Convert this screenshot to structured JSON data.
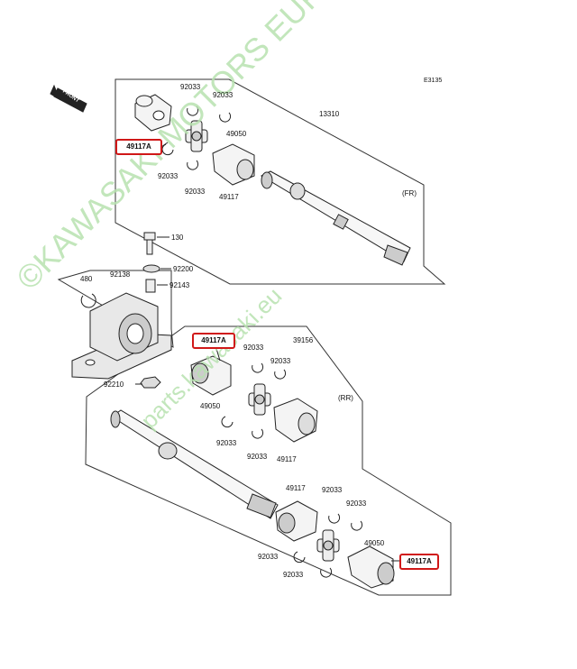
{
  "diagram_code": "E3135",
  "front_arrow_text": "FRONT",
  "section_labels": {
    "front": "(FR)",
    "rear": "(RR)"
  },
  "labels": {
    "p92033_a": "92033",
    "p92033_b": "92033",
    "p49050_a": "49050",
    "p92033_c": "92033",
    "p92033_d": "92033",
    "p49117_a": "49117",
    "p13310": "13310",
    "p130": "130",
    "p92200": "92200",
    "p480": "480",
    "p92138": "92138",
    "p92143": "92143",
    "p92210": "92210",
    "p39156": "39156",
    "p92033_e": "92033",
    "p92033_f": "92033",
    "p49050_b": "49050",
    "p92033_g": "92033",
    "p92033_h": "92033",
    "p49117_b": "49117",
    "p49117_c": "49117",
    "p92033_i": "92033",
    "p92033_j": "92033",
    "p49050_c": "49050",
    "p92033_k": "92033",
    "p92033_l": "92033"
  },
  "highlighted_parts": [
    "49117A",
    "49117A",
    "49117A"
  ],
  "highlight_color": "#d01818",
  "watermark": [
    "©KAWASAKI MOTORS EUROPE",
    "parts.kawasaki.eu"
  ],
  "watermark_color": "#b8e2b0"
}
